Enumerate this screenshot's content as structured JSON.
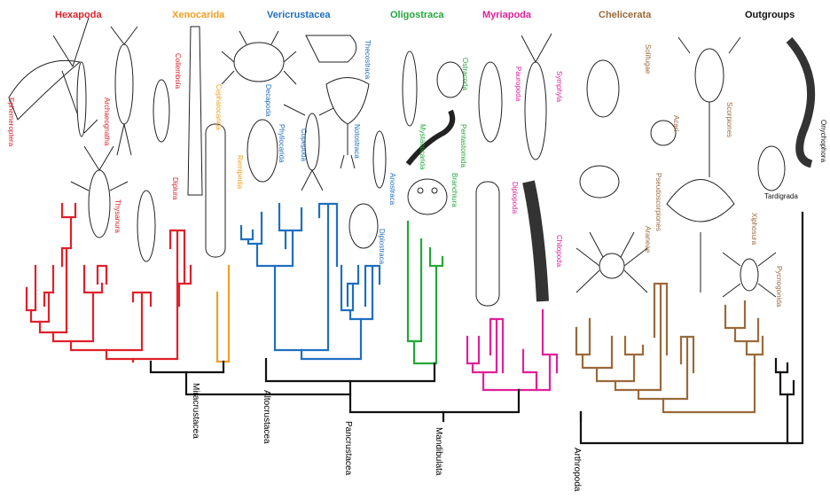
{
  "colors": {
    "hexapoda": "#e0202a",
    "xenocarida": "#f0a020",
    "vericrustacea": "#1f6fc0",
    "oligostraca": "#22a83a",
    "myriapoda": "#e0209a",
    "chelicerata": "#9a6a3a",
    "outgroups": "#111111",
    "backbone": "#111111"
  },
  "group_headers": {
    "hexapoda": "Hexapoda",
    "xenocarida": "Xenocarida",
    "vericrustacea": "Vericrustacea",
    "oligostraca": "Oligostraca",
    "myriapoda": "Myriapoda",
    "chelicerata": "Chelicerata",
    "outgroups": "Outgroups"
  },
  "taxa": {
    "ephemeroptera": "Ephemeroptera",
    "archaeognatha": "Archaeognatha",
    "collembola": "Collembola",
    "thysanura": "Thysanura",
    "diplura": "Diplura",
    "cephalocarida": "Cephalocarida",
    "remipedia": "Remipedia",
    "decapoda": "Decapoda",
    "phyllocarida": "Phyllocarida",
    "copepoda": "Copepoda",
    "thecostraca": "Thecostraca",
    "notostraca": "Notostraca",
    "anostraca": "Anostraca",
    "diplostraca": "Diplostraca",
    "mystacocarida": "Mystacocarida",
    "ostracoda": "Ostracoda",
    "pentastomida": "Pentastomida",
    "branchiura": "Branchiura",
    "pauropoda": "Pauropoda",
    "symphyla": "Symphyla",
    "diplopoda": "Diplopoda",
    "chilopoda": "Chilopoda",
    "solifugae": "Solifugae",
    "acari": "Acari",
    "scorpiones": "Scorpiones",
    "pseudoscorpiones": "Pseudoscorpiones",
    "araneae": "Araneae",
    "xiphosura": "Xiphosura",
    "pycnogonida": "Pycnogonida",
    "tardigrada": "Tardigrada",
    "onychophora": "Onychophora"
  },
  "nodes": {
    "miracrustacea": "Miracrustacea",
    "altocrustacea": "Altocrustacea",
    "pancrustacea": "Pancrustacea",
    "mandibulata": "Mandibulata",
    "arthropoda": "Arthropoda"
  }
}
